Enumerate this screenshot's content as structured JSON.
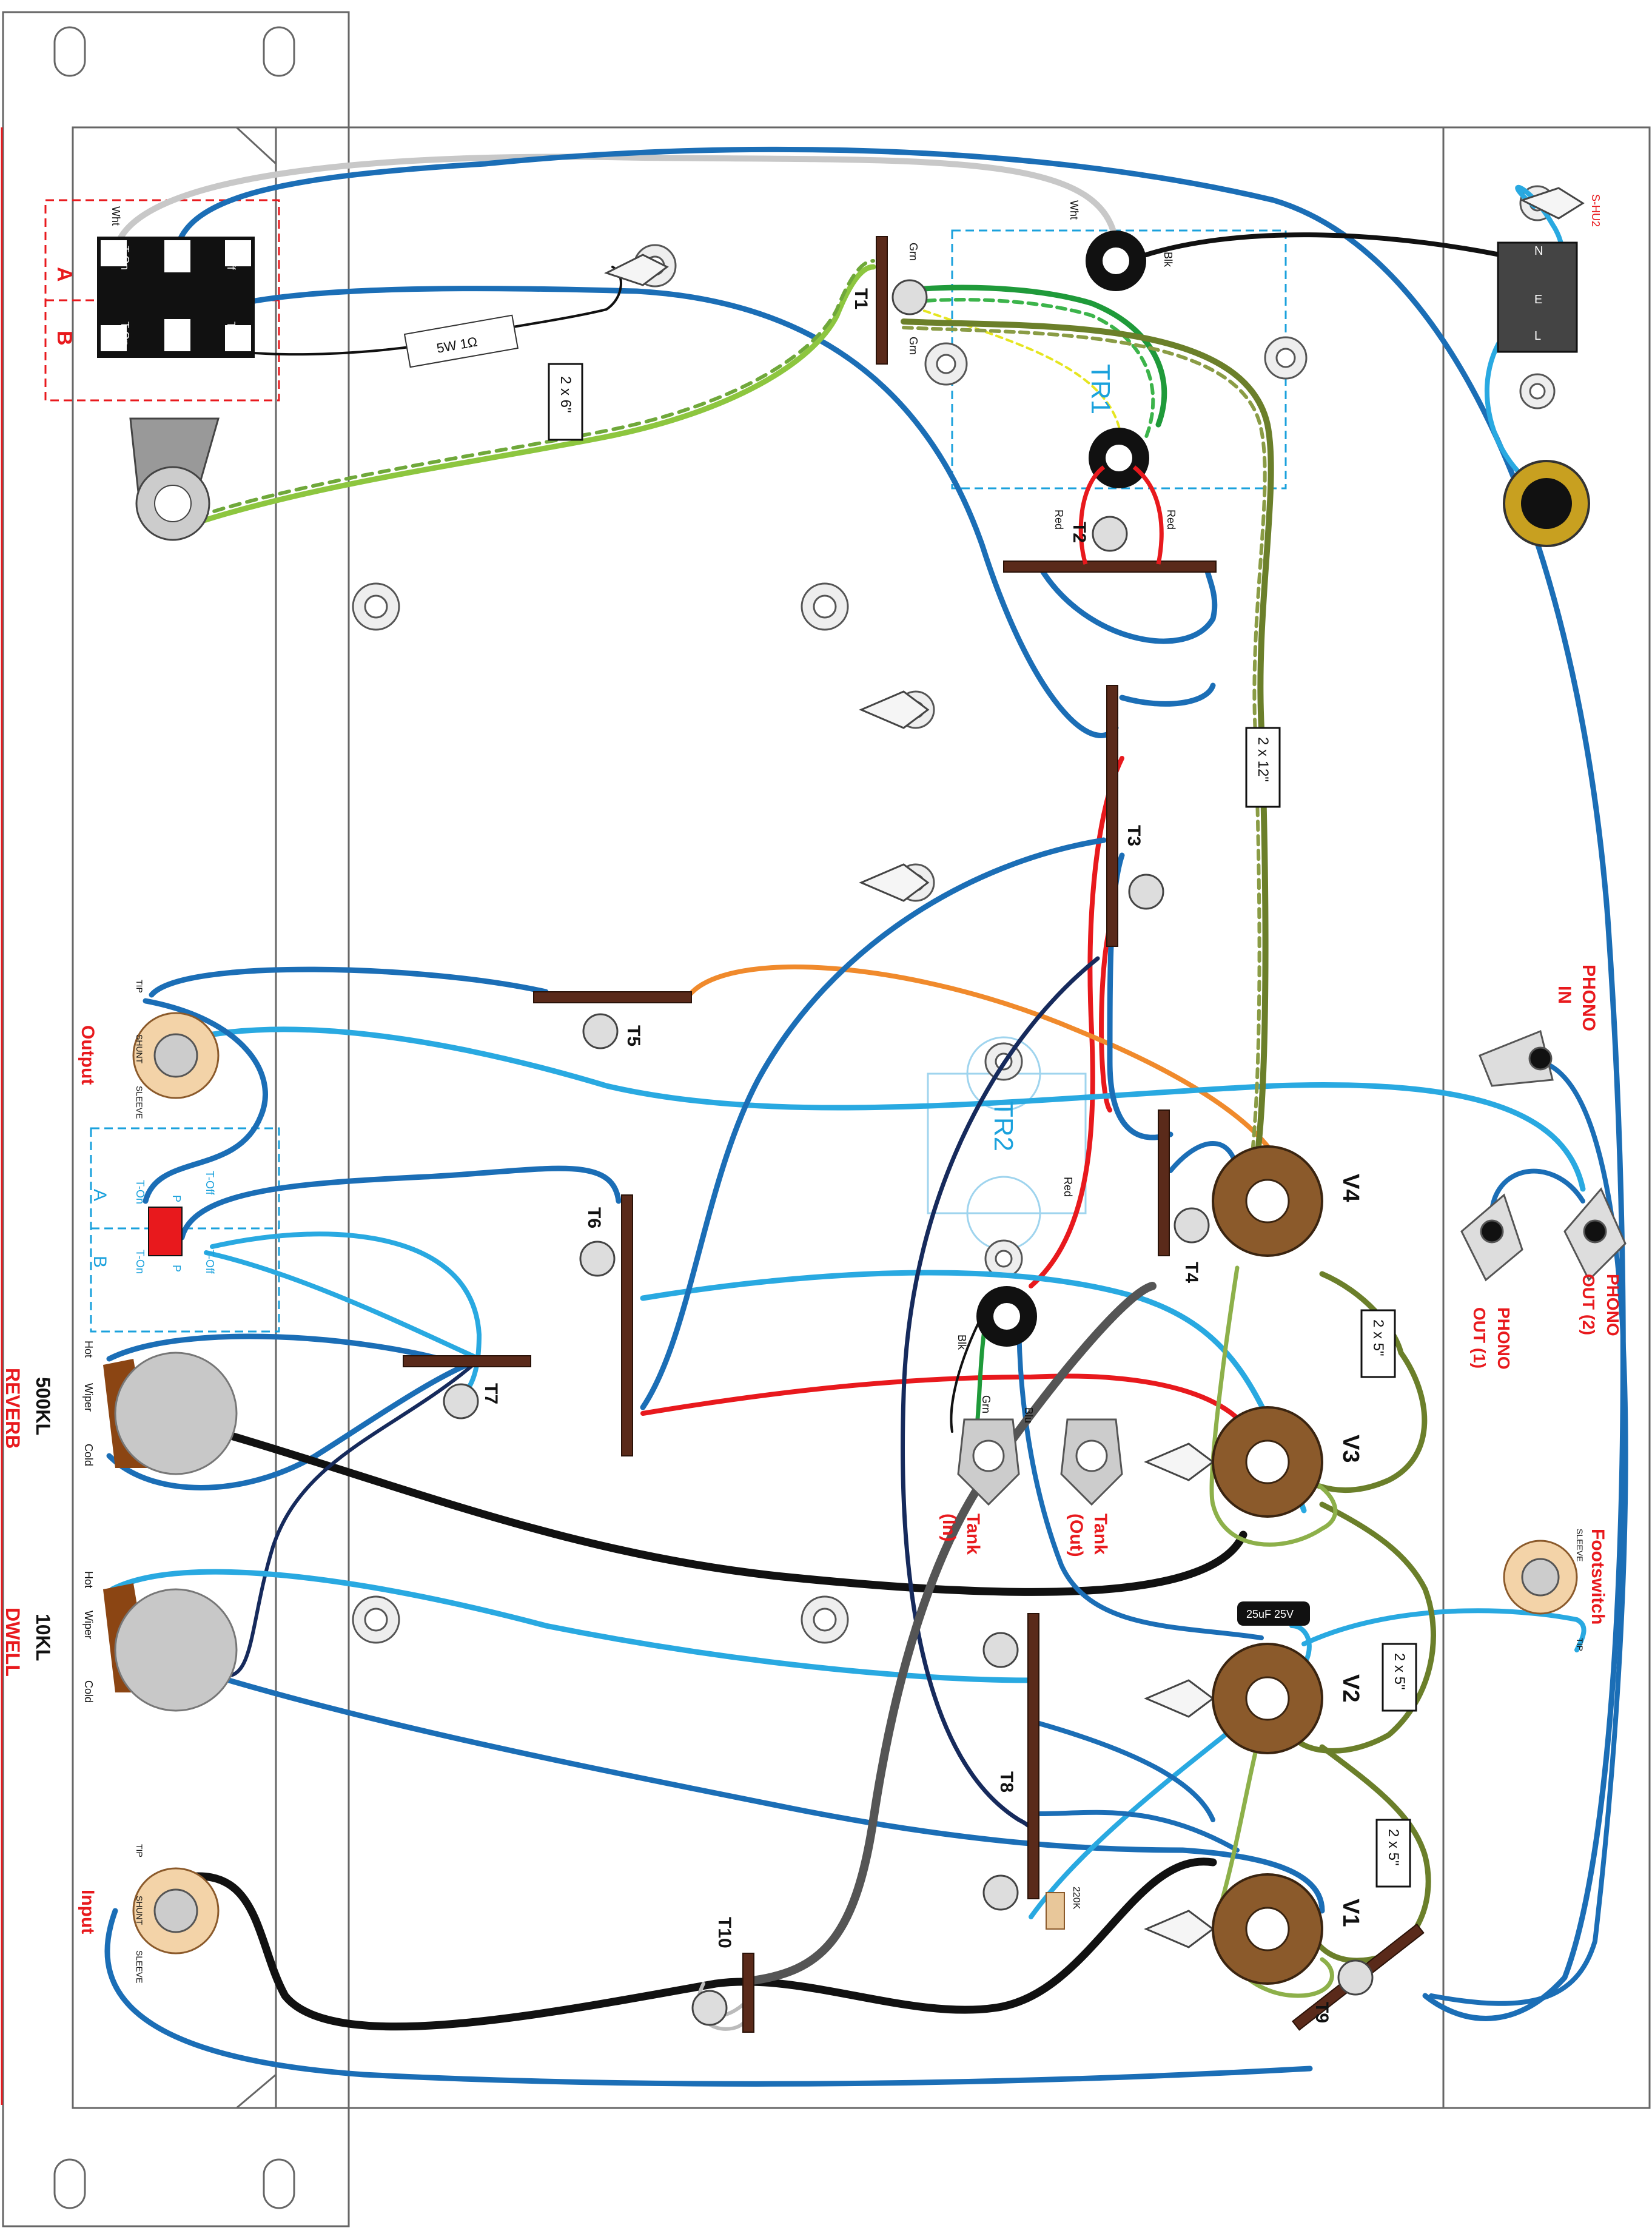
{
  "labels": {
    "switch_a_top": "A",
    "switch_b_top": "B",
    "wht_top": "Wht",
    "t_on": "T-On",
    "p": "P",
    "t_off": "T-Off",
    "resistor_5w": "5W 1Ω",
    "twist_2x6": "2 x 6\"",
    "t1": "T1",
    "grn": "Grn",
    "wht_tr1": "Wht",
    "blk_tr1": "Blk",
    "tr1": "TR1",
    "red": "Red",
    "t2": "T2",
    "t3": "T3",
    "twist_2x12": "2 x 12\"",
    "t4": "T4",
    "t5": "T5",
    "t6": "T6",
    "t7": "T7",
    "t8": "T8",
    "t9": "T9",
    "t10": "T10",
    "tr2": "TR2",
    "red_tr2": "Red",
    "blk_tr2": "Blk",
    "grn_tr2": "Grn",
    "blu_tr2": "Blu",
    "v1": "V1",
    "v2": "V2",
    "v3": "V3",
    "v4": "V4",
    "twist_2x5_a": "2 x 5\"",
    "twist_2x5_b": "2 x 5\"",
    "twist_2x5_c": "2 x 5\"",
    "tank_in_1": "Tank",
    "tank_in_2": "(In)",
    "tank_out_1": "Tank",
    "tank_out_2": "(Out)",
    "phono_in_1": "PHONO",
    "phono_in_2": "IN",
    "phono_out1_1": "PHONO",
    "phono_out1_2": "OUT (1)",
    "phono_out2_1": "PHONO",
    "phono_out2_2": "OUT (2)",
    "footswitch": "Footswitch",
    "output": "Output",
    "input": "Input",
    "reverb": "REVERB",
    "dwell": "DWELL",
    "pot_500k": "500KL",
    "pot_10k": "10KL",
    "hot": "Hot",
    "wiper": "Wiper",
    "cold": "Cold",
    "tip": "TIP",
    "shunt": "SHUNT",
    "sleeve": "SLEEVE",
    "switch_a_mid": "A",
    "switch_b_mid": "B",
    "t_on_mid": "T-On",
    "t_off_mid": "T-Off",
    "p_mid": "P",
    "cap_label": "25uF 25V",
    "res_220k": "220K",
    "iec_l": "L",
    "iec_e": "E",
    "iec_n": "N",
    "fuse_label": "S-HU2"
  },
  "colors": {
    "blue": "#1b6eb6",
    "light_blue": "#29a9e1",
    "navy": "#162a5c",
    "red": "#e8191d",
    "green": "#1f9a3a",
    "light_green": "#8dc63f",
    "olive": "#6b7f2a",
    "orange": "#f08a2c",
    "black": "#111111",
    "gray": "#c8c8c8",
    "tag_brown": "#5a2a1a"
  }
}
